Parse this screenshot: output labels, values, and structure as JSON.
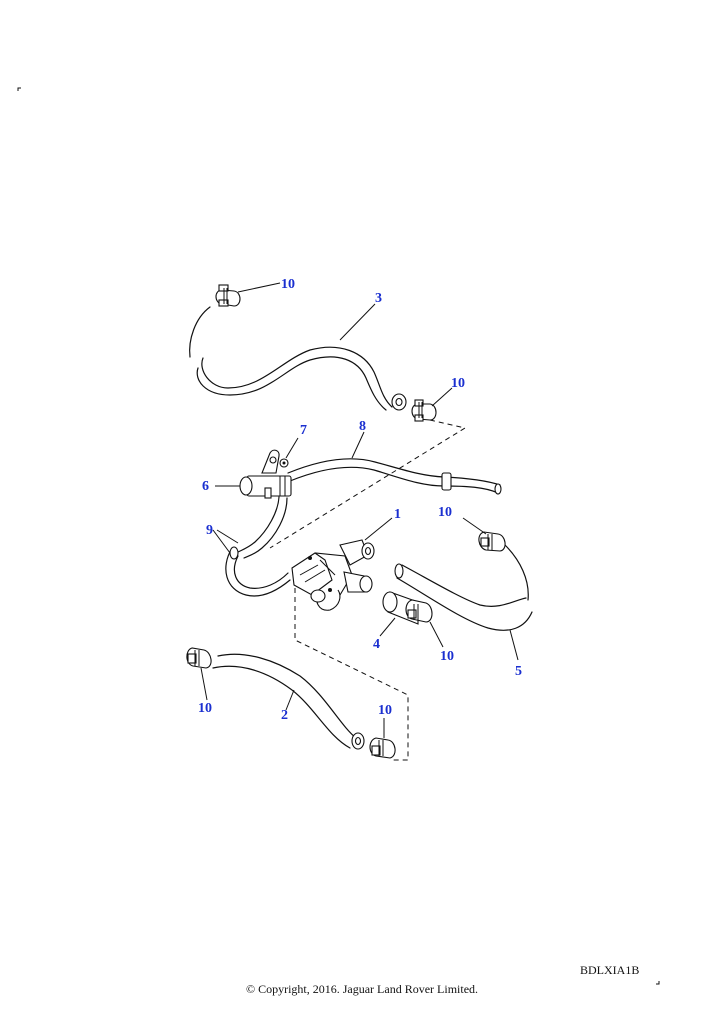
{
  "diagram": {
    "callouts": [
      "10",
      "3",
      "10",
      "8",
      "7",
      "6",
      "10",
      "1",
      "9",
      "4",
      "10",
      "5",
      "10",
      "2",
      "10"
    ]
  },
  "footer": {
    "reference": "BDLXIA1B",
    "copyright": "© Copyright, 2016. Jaguar Land Rover Limited."
  }
}
